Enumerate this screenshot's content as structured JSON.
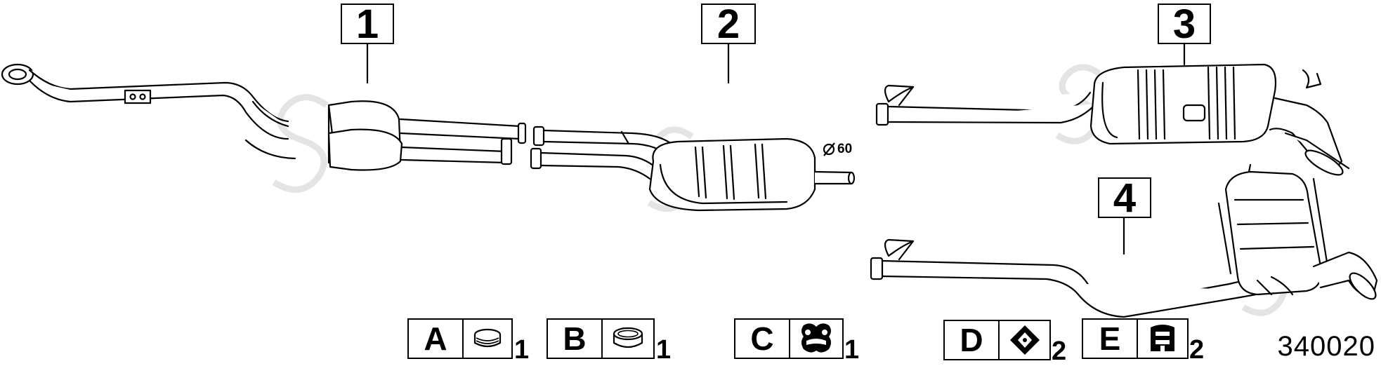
{
  "callouts": [
    {
      "label": "1",
      "part": "front-pipe-with-catalytic-converters"
    },
    {
      "label": "2",
      "part": "center-muffler"
    },
    {
      "label": "3",
      "part": "rear-muffler-type-1"
    },
    {
      "label": "4",
      "part": "rear-muffler-type-2"
    }
  ],
  "pipe_diameter_label": "60",
  "legend": [
    {
      "letter": "A",
      "icon": "clamp-ring-icon",
      "qty": "1"
    },
    {
      "letter": "B",
      "icon": "sleeve-ring-icon",
      "qty": "1"
    },
    {
      "letter": "C",
      "icon": "rubber-mount-icon",
      "qty": "1"
    },
    {
      "letter": "D",
      "icon": "hanger-mount-icon",
      "qty": "2"
    },
    {
      "letter": "E",
      "icon": "bracket-mount-icon",
      "qty": "2"
    }
  ],
  "diagram_id": "340020",
  "colors": {
    "line": "#000000",
    "fill": "#ffffff",
    "watermark": "#e6e6e6"
  }
}
